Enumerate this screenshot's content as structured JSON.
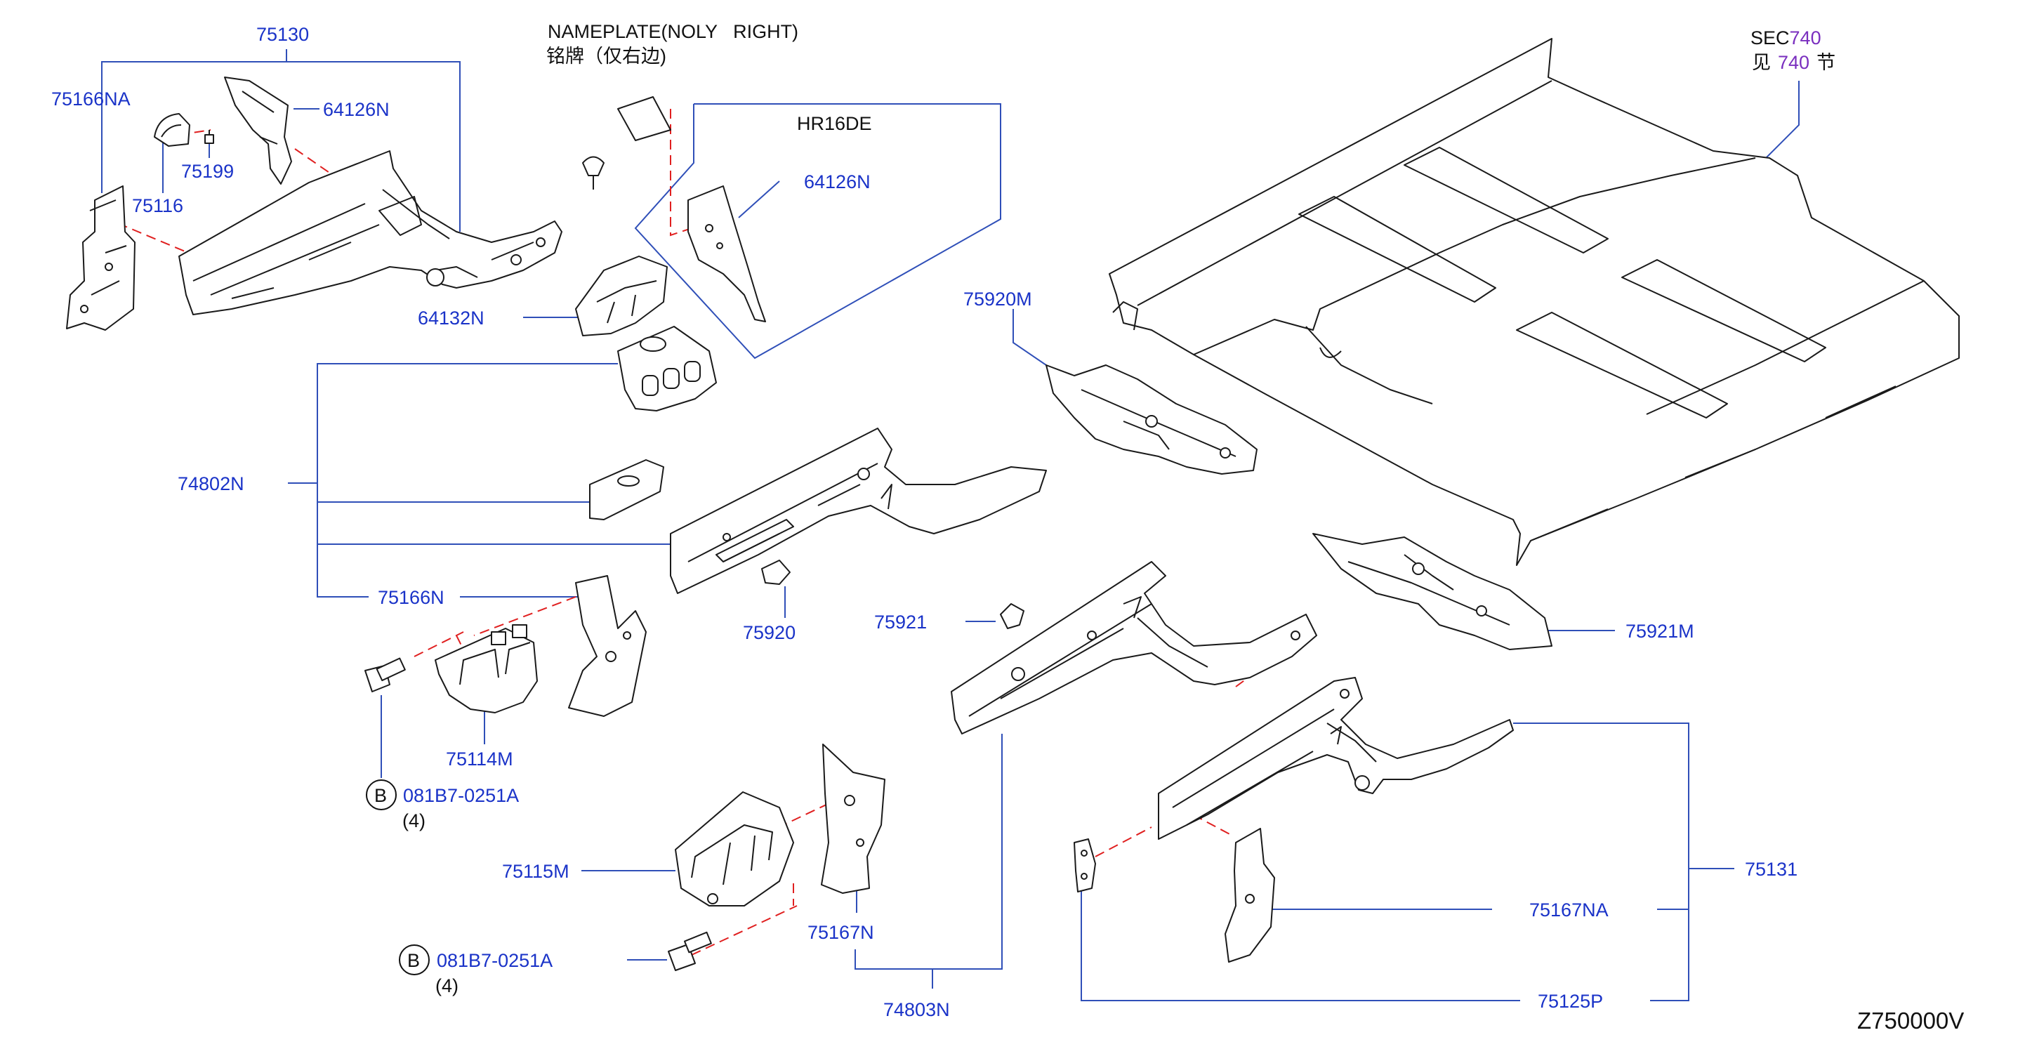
{
  "diagram_code": "Z750000V",
  "notes": {
    "nameplate_en": "NAMEPLATE(NOLY   RIGHT)",
    "nameplate_cn": "铭牌（仅右边)",
    "engine_variant": "HR16DE",
    "sec_prefix": "SEC",
    "sec_number": "740",
    "sec_cn_prefix": "见",
    "sec_cn_number": "740",
    "sec_cn_suffix": "节"
  },
  "parts": {
    "p75130": "75130",
    "p75166NA": "75166NA",
    "p64126N_top": "64126N",
    "p75199": "75199",
    "p75116": "75116",
    "p64126N_box": "64126N",
    "p64132N": "64132N",
    "p74802N": "74802N",
    "p75166N": "75166N",
    "p75114M": "75114M",
    "p75920": "75920",
    "p75920M": "75920M",
    "p75921": "75921",
    "p75921M": "75921M",
    "p75115M": "75115M",
    "p75167N": "75167N",
    "p74803N": "74803N",
    "p75131": "75131",
    "p75167NA": "75167NA",
    "p75125P": "75125P"
  },
  "bolts": [
    {
      "marker": "B",
      "code": "081B7-0251A",
      "qty": "(4)"
    },
    {
      "marker": "B",
      "code": "081B7-0251A",
      "qty": "(4)"
    }
  ]
}
